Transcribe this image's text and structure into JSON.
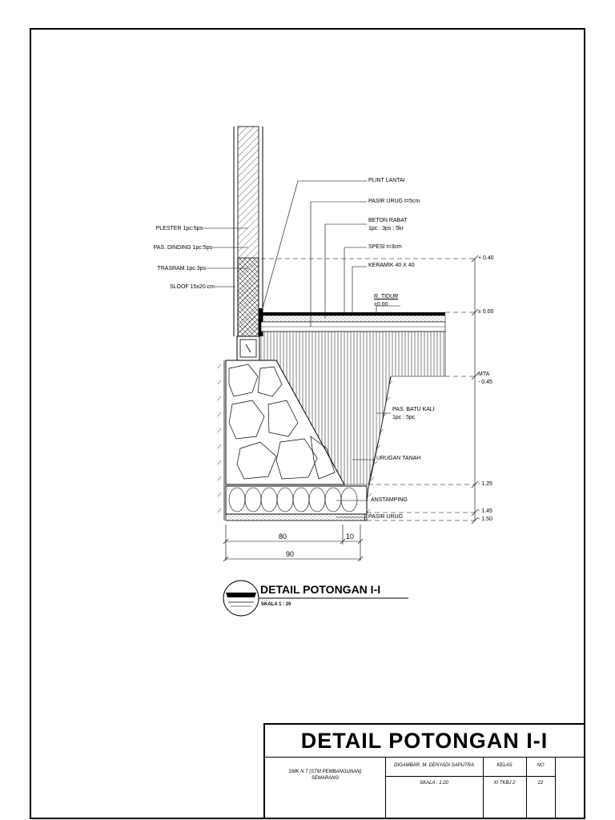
{
  "drawing": {
    "labels_left": {
      "plester": "PLESTER 1pc:5ps",
      "pas_dinding": "PAS. DINDING 1pc:5ps",
      "trasram": "TRASRAM 1pc:3ps",
      "sloof": "SLOOF 15x20 cm"
    },
    "labels_right": {
      "plint": "PLINT LANTAI",
      "pasir_urug_top": "PASIR URUG t=5cm",
      "beton_rabat_1": "BETON RABAT",
      "beton_rabat_2": "1pc : 3ps : 5kr",
      "spesi": "SPESI t=3cm",
      "keramik": "KERAMIK 40 X 40",
      "r_tidur": "R. TIDUR",
      "r_tidur_level": "±0.00",
      "batu_kali_1": "PAS. BATU KALI",
      "batu_kali_2": "1pc : 5pc",
      "urugan": "URUGAN TANAH",
      "anstamping": "ANSTAMPING",
      "pasir_urug_bottom": "PASIR URUG"
    },
    "levels": {
      "l040": "+ 0.40",
      "l000": "± 0.00",
      "mta": "MTA",
      "l045": "- 0.45",
      "l125": "- 1.25",
      "l145": "- 1.45",
      "l150": "- 1.50"
    },
    "dimensions": {
      "d80": "80",
      "d10": "10",
      "d90": "90"
    },
    "detail_title": "DETAIL POTONGAN I-I",
    "detail_scale": "SKALA 1 : 20"
  },
  "title_block": {
    "title": "DETAIL POTONGAN I-I",
    "school_1": "SMK N 7 (STM PEMBANGUNAN)",
    "school_2": "SEMARANG",
    "digambar": "DIGAMBAR: M. DENYADI SAPUTRA",
    "skala": "SKALA : 1:20",
    "kelas_label": "KELAS",
    "kelas_value": "XI TKBJ 2",
    "no_label": "NO",
    "no_value": "22"
  }
}
